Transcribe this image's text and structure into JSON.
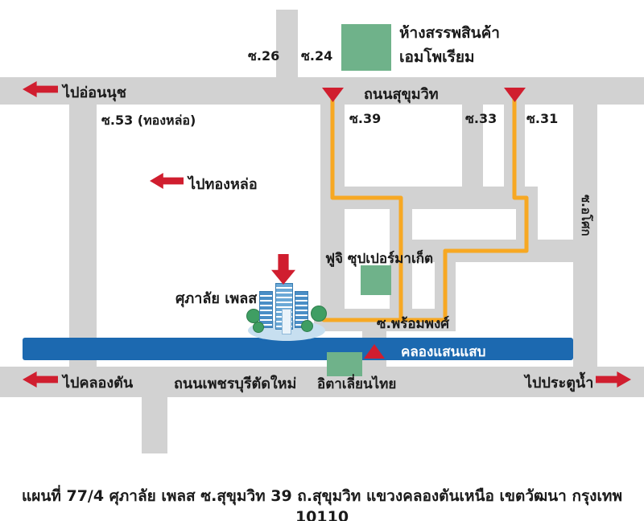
{
  "title_caption": "แผนที่  77/4 ศุภาลัย เพลส ซ.สุขุมวิท 39 ถ.สุขุมวิท แขวงคลองตันเหนือ เขตวัฒนา กรุงเทพ 10110",
  "roads": {
    "sukhumvit": "ถนนสุขุมวิท",
    "phetchaburi": "ถนนเพชรบุรีตัดใหม่",
    "soi26": "ซ.26",
    "soi24": "ซ.24",
    "soi39": "ซ.39",
    "soi33": "ซ.33",
    "soi31": "ซ.31",
    "soi53": "ซ.53 (ทองหล่อ)",
    "asoke": "ซ.อโศก",
    "phromphong": "ซ.พร้อมพงศ์"
  },
  "canal": {
    "name": "คลองแสนแสบ"
  },
  "directions": {
    "onnut": "ไปอ่อนนุช",
    "thonglor": "ไปทองหล่อ",
    "khlongtan": "ไปคลองตัน",
    "pratunam": "ไปประตูน้ำ"
  },
  "landmarks": {
    "emporium_line1": "ห้างสรรพสินค้า",
    "emporium_line2": "เอมโพเรียม",
    "fuji": "ฟูจิ ซุปเปอร์มาเก็ต",
    "italthai": "อิตาเลี่ยนไทย",
    "supalai": "ศุภาลัย เพลส"
  },
  "colors": {
    "road": "#d2d2d2",
    "green": "#6fb28a",
    "red": "#d01e2f",
    "orange": "#f7a823",
    "canal": "#1c69b0"
  }
}
